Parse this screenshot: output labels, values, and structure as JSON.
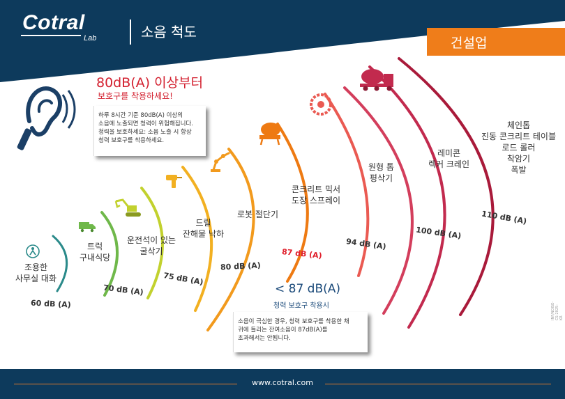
{
  "header": {
    "logo": "Cotral",
    "logo_sub": "Lab",
    "title": "소음 척도"
  },
  "category_badge": "건설업",
  "colors": {
    "header_bg": "#0d3a5c",
    "accent_orange": "#ef7d1a",
    "warning_red": "#d3202f",
    "scale": [
      "#2a8a8a",
      "#6fb84a",
      "#c2d12e",
      "#f2b021",
      "#f29a1d",
      "#ee7a12",
      "#ea5a52",
      "#d33e5c",
      "#c22a4e",
      "#a91a3a"
    ]
  },
  "warning": {
    "title": "80dB(A) 이상부터",
    "subtitle": "보호구를 착용하세요!",
    "body_lines": [
      "하루 8시간 기준 80dB(A) 이상의",
      "소음에 노출되면 청력이 위험해집니다.",
      "청력을 보호하세요: 소음 노출 시 항상",
      "청력 보호구를 착용하세요."
    ]
  },
  "protection": {
    "title": "< 87 dB(A)",
    "subtitle": "청력 보호구 착용시",
    "body_lines": [
      "소음이 극심한 경우, 청력 보호구를 착용한 채",
      "귀에 들리는 잔여소음이 87dB(A)를",
      "초과해서는 안됩니다."
    ]
  },
  "levels": [
    {
      "label_lines": [
        "조용한",
        "사무실 대화"
      ],
      "db": "60 dB (A)",
      "icon": "office-conversation-icon"
    },
    {
      "label_lines": [
        "트럭",
        "구내식당"
      ],
      "db": "70 dB (A)",
      "icon": "truck-icon"
    },
    {
      "label_lines": [
        "운전석이 있는",
        "굴삭기"
      ],
      "db": "75 dB (A)",
      "icon": "excavator-icon"
    },
    {
      "label_lines": [
        "드릴",
        "잔해물 낙하"
      ],
      "db": "80 dB (A)",
      "icon": "drill-icon"
    },
    {
      "label_lines": [
        "로봇 절단기"
      ],
      "db": "",
      "icon": "robot-cutter-icon"
    },
    {
      "label_lines": [
        "콘크리트 믹서",
        "도장 스프레이"
      ],
      "db": "87 dB (A)",
      "icon": "concrete-mixer-icon"
    },
    {
      "label_lines": [
        "원형 톱",
        "평삭기"
      ],
      "db": "94 dB (A)",
      "icon": "circular-saw-icon"
    },
    {
      "label_lines": [
        "레미콘",
        "렉커 크레인"
      ],
      "db": "100 dB (A)",
      "icon": "mixer-truck-icon"
    },
    {
      "label_lines": [
        "체인톱",
        "진동 콘크리트 테이블",
        "로드 롤러",
        "착암기",
        "폭발"
      ],
      "db": "110 dB (A)",
      "icon": ""
    }
  ],
  "footer": {
    "url": "www.cotral.com"
  },
  "side_code": "INF/NOISE-CS-2025-KR"
}
